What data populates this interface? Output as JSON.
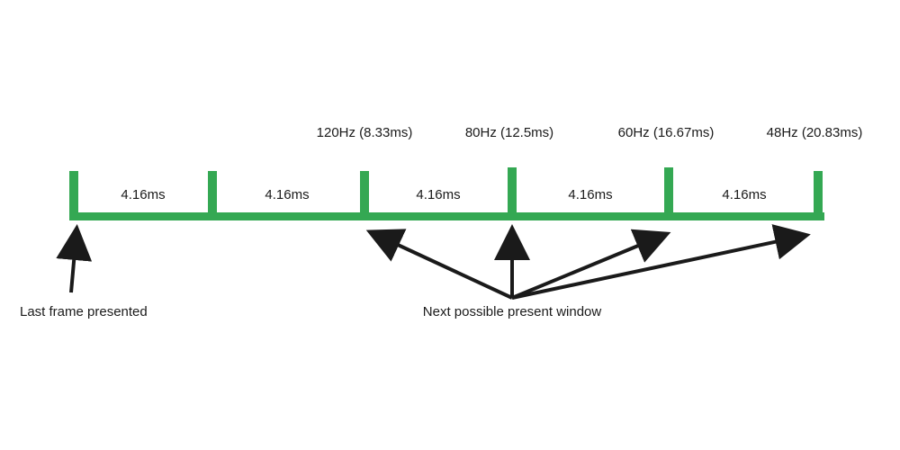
{
  "colors": {
    "timeline": "#34a853",
    "arrow": "#1a1a1a",
    "text": "#1a1a1a",
    "background": "#ffffff"
  },
  "intervals": [
    {
      "label": "4.16ms"
    },
    {
      "label": "4.16ms"
    },
    {
      "label": "4.16ms"
    },
    {
      "label": "4.16ms"
    },
    {
      "label": "4.16ms"
    }
  ],
  "refresh_rates": [
    {
      "label": "120Hz (8.33ms)"
    },
    {
      "label": "80Hz (12.5ms)"
    },
    {
      "label": "60Hz (16.67ms)"
    },
    {
      "label": "48Hz (20.83ms)"
    }
  ],
  "annotations": {
    "last_frame": "Last frame presented",
    "next_window": "Next possible present window"
  }
}
